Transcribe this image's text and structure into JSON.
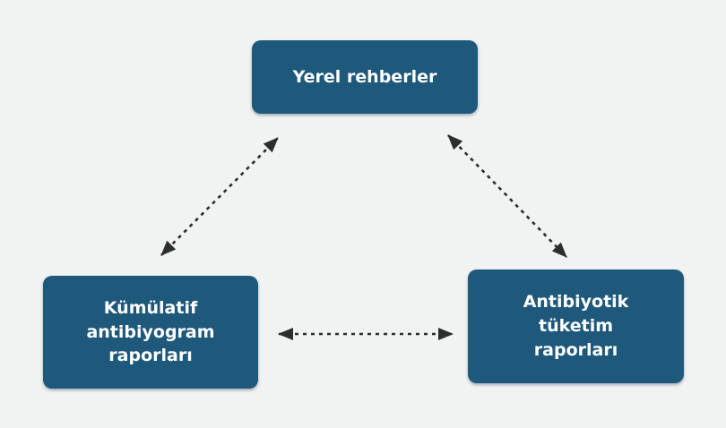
{
  "diagram": {
    "type": "triangle-relationship-diagram",
    "colors": {
      "background": "#f1f2f2",
      "box": "#1e587b",
      "text": "#ffffff",
      "arrow": "#2d2d2d"
    },
    "nodes": [
      {
        "id": "yerel-rehberler",
        "label": "Yerel rehberler",
        "position": "top-center"
      },
      {
        "id": "kumulatif-antibiyogram-raporlari",
        "label": "Kümülatif antibiyogram raporları",
        "position": "bottom-left"
      },
      {
        "id": "antibiyotik-tuketim-raporlari",
        "label": "Antibiyotik tüketim raporları",
        "position": "bottom-right"
      }
    ],
    "edges": [
      {
        "from": "yerel-rehberler",
        "to": "kumulatif-antibiyogram-raporlari",
        "style": "dashed",
        "bidirectional": true
      },
      {
        "from": "yerel-rehberler",
        "to": "antibiyotik-tuketim-raporlari",
        "style": "dashed",
        "bidirectional": true
      },
      {
        "from": "kumulatif-antibiyogram-raporlari",
        "to": "antibiyotik-tuketim-raporlari",
        "style": "dashed",
        "bidirectional": true
      }
    ]
  }
}
